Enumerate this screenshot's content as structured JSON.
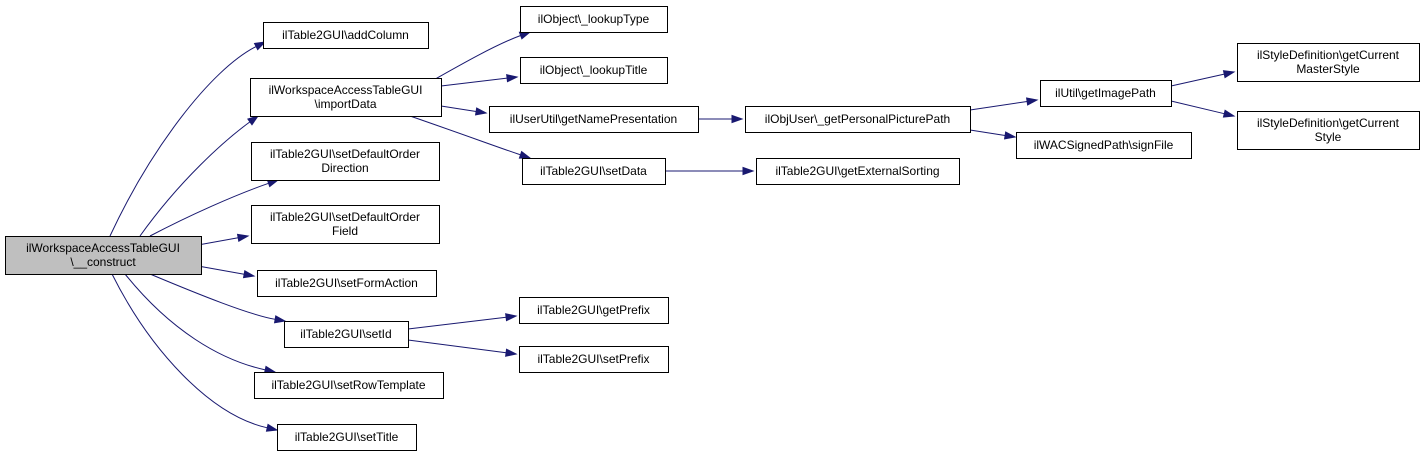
{
  "colors": {
    "node_fill": "#ffffff",
    "root_fill": "#bfbfbf",
    "node_border": "#000000",
    "edge": "#191970"
  },
  "nodes": [
    {
      "id": "root",
      "lines": [
        "ilWorkspaceAccessTableGUI",
        "\\__construct"
      ],
      "highlight": true
    },
    {
      "id": "addColumn",
      "lines": [
        "ilTable2GUI\\addColumn"
      ]
    },
    {
      "id": "importData",
      "lines": [
        "ilWorkspaceAccessTableGUI",
        "\\importData"
      ]
    },
    {
      "id": "setDefaultOrderDirection",
      "lines": [
        "ilTable2GUI\\setDefaultOrder",
        "Direction"
      ]
    },
    {
      "id": "setDefaultOrderField",
      "lines": [
        "ilTable2GUI\\setDefaultOrder",
        "Field"
      ]
    },
    {
      "id": "setFormAction",
      "lines": [
        "ilTable2GUI\\setFormAction"
      ]
    },
    {
      "id": "setId",
      "lines": [
        "ilTable2GUI\\setId"
      ]
    },
    {
      "id": "setRowTemplate",
      "lines": [
        "ilTable2GUI\\setRowTemplate"
      ]
    },
    {
      "id": "setTitle",
      "lines": [
        "ilTable2GUI\\setTitle"
      ]
    },
    {
      "id": "lookupType",
      "lines": [
        "ilObject\\_lookupType"
      ]
    },
    {
      "id": "lookupTitle",
      "lines": [
        "ilObject\\_lookupTitle"
      ]
    },
    {
      "id": "getNamePresentation",
      "lines": [
        "ilUserUtil\\getNamePresentation"
      ]
    },
    {
      "id": "setData",
      "lines": [
        "ilTable2GUI\\setData"
      ]
    },
    {
      "id": "getPrefix",
      "lines": [
        "ilTable2GUI\\getPrefix"
      ]
    },
    {
      "id": "setPrefix",
      "lines": [
        "ilTable2GUI\\setPrefix"
      ]
    },
    {
      "id": "getPersonalPicturePath",
      "lines": [
        "ilObjUser\\_getPersonalPicturePath"
      ]
    },
    {
      "id": "getExternalSorting",
      "lines": [
        "ilTable2GUI\\getExternalSorting"
      ]
    },
    {
      "id": "getImagePath",
      "lines": [
        "ilUtil\\getImagePath"
      ]
    },
    {
      "id": "signFile",
      "lines": [
        "ilWACSignedPath\\signFile"
      ]
    },
    {
      "id": "getCurrentMasterStyle",
      "lines": [
        "ilStyleDefinition\\getCurrent",
        "MasterStyle"
      ]
    },
    {
      "id": "getCurrentStyle",
      "lines": [
        "ilStyleDefinition\\getCurrent",
        "Style"
      ]
    }
  ],
  "edges": [
    {
      "from": "root",
      "to": "addColumn"
    },
    {
      "from": "root",
      "to": "importData"
    },
    {
      "from": "root",
      "to": "setDefaultOrderDirection"
    },
    {
      "from": "root",
      "to": "setDefaultOrderField"
    },
    {
      "from": "root",
      "to": "setFormAction"
    },
    {
      "from": "root",
      "to": "setId"
    },
    {
      "from": "root",
      "to": "setRowTemplate"
    },
    {
      "from": "root",
      "to": "setTitle"
    },
    {
      "from": "importData",
      "to": "lookupType"
    },
    {
      "from": "importData",
      "to": "lookupTitle"
    },
    {
      "from": "importData",
      "to": "getNamePresentation"
    },
    {
      "from": "importData",
      "to": "setData"
    },
    {
      "from": "getNamePresentation",
      "to": "getPersonalPicturePath"
    },
    {
      "from": "setData",
      "to": "getExternalSorting"
    },
    {
      "from": "getPersonalPicturePath",
      "to": "getImagePath"
    },
    {
      "from": "getPersonalPicturePath",
      "to": "signFile"
    },
    {
      "from": "getImagePath",
      "to": "getCurrentMasterStyle"
    },
    {
      "from": "getImagePath",
      "to": "getCurrentStyle"
    },
    {
      "from": "setId",
      "to": "getPrefix"
    },
    {
      "from": "setId",
      "to": "setPrefix"
    }
  ]
}
